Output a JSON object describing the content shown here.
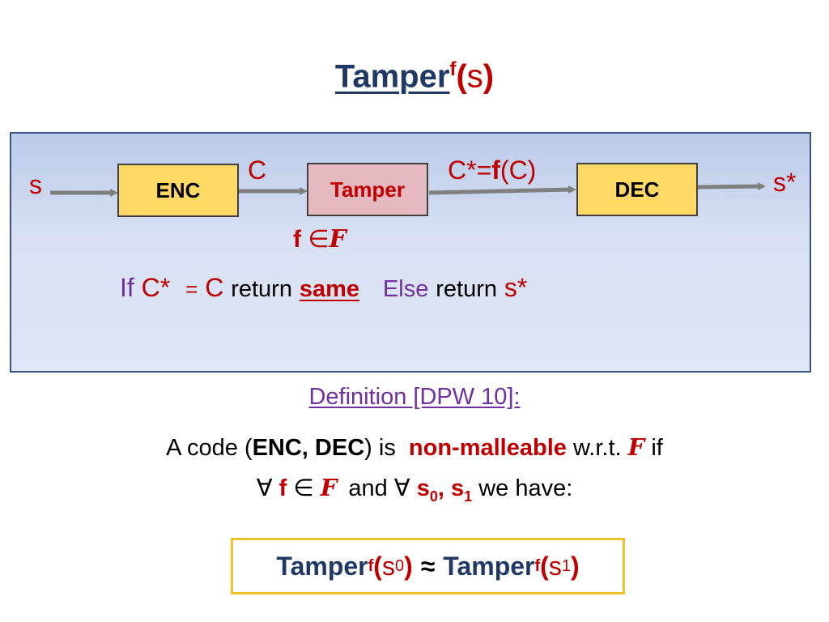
{
  "title": {
    "word": "Tamper",
    "superscript": "f",
    "open": "(",
    "arg": "s",
    "close": ")"
  },
  "diagram": {
    "input": "s",
    "enc": "ENC",
    "codeword": "C",
    "tamper": "Tamper",
    "tampered": {
      "left": "C*=",
      "f": "f",
      "right": "(C)"
    },
    "dec": "DEC",
    "output": "s*",
    "family": {
      "f": "f",
      "in": "∈",
      "F": "F"
    },
    "rule": {
      "if": "If",
      "cstar": "C*",
      "eq": "=",
      "c": "C",
      "ret1": "return",
      "same": "same",
      "else": "Else",
      "ret2": "return",
      "sstar": "s*"
    }
  },
  "definition": {
    "heading": "Definition [DPW 10]:",
    "line1": {
      "a": "A code (",
      "encdec": "ENC, DEC",
      "b": ") is",
      "nm": "non-malleable",
      "c": "w.r.t.",
      "F": "F",
      "d": "if"
    },
    "line2": {
      "forall1": "∀",
      "f": "f",
      "in": "∈",
      "F": "F",
      "and": "and ∀",
      "s0": "s",
      "sub0": "0",
      "comma": ",",
      "s1": "s",
      "sub1": "1",
      "rest": "we have:"
    }
  },
  "formula": {
    "left": "Tamper",
    "sup1": "f",
    "open1": "(",
    "s0": "s",
    "sub0": "0",
    "close1": ")",
    "approx": "≈",
    "right": "Tamper",
    "sup2": "f",
    "open2": "(",
    "s1": "s",
    "sub1": "1",
    "close2": ")"
  },
  "colors": {
    "navy": "#1f3864",
    "red": "#c00000",
    "purple": "#7030a0",
    "gold": "#f2c12e",
    "box_yellow": "#ffd966",
    "box_pink": "#e6b8c0"
  }
}
